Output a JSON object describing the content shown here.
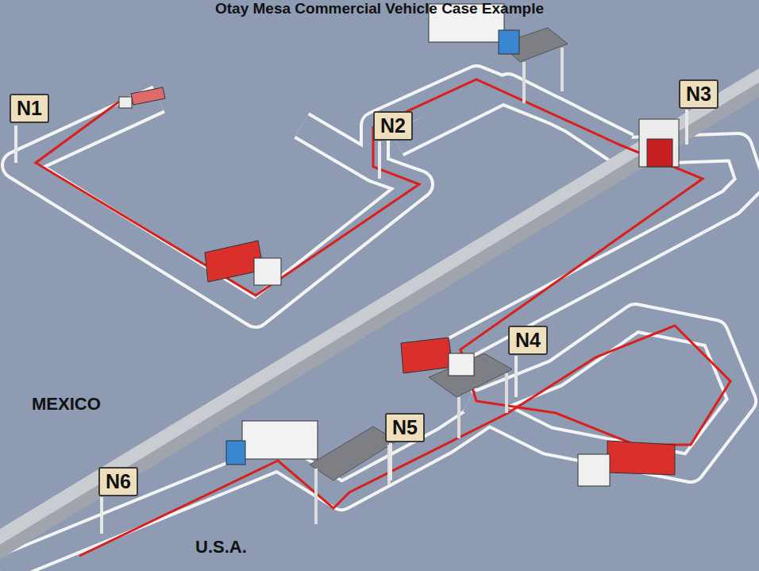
{
  "diagram": {
    "title": "Otay Mesa Commercial Vehicle Case Example",
    "nodes": [
      {
        "text": [
          "N1"
        ]
      },
      {
        "text": [
          "N2"
        ]
      },
      {
        "text": [
          "N3"
        ]
      },
      {
        "text": [
          "N4"
        ]
      },
      {
        "text": [
          "N5"
        ]
      },
      {
        "text": [
          "N6"
        ]
      }
    ],
    "labels": [
      "MEXICO",
      "U.S.A."
    ]
  }
}
